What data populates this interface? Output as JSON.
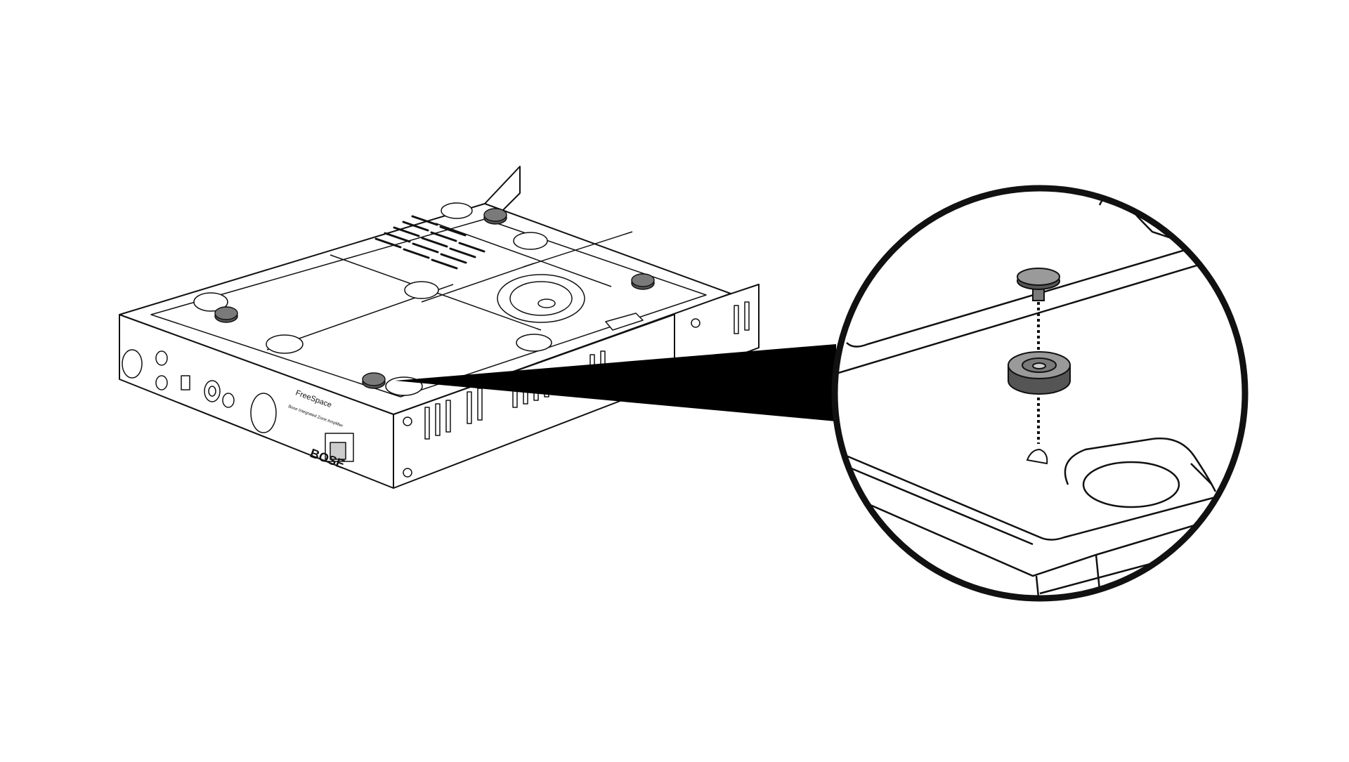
{
  "diagram": {
    "colors": {
      "background": "#ffffff",
      "line": "#111111",
      "foot_dark": "#555555",
      "foot_mid": "#7a7a7a",
      "foot_light": "#9a9a9a",
      "callout_fill": "#000000"
    },
    "components": {
      "device": "amplifier-unit-bottom-view",
      "foot_count": 5,
      "detail": "rubber-foot-attachment",
      "parts": [
        "pin",
        "rubber-foot",
        "mounting-hole"
      ],
      "connector": "dotted-assembly-line"
    },
    "labels": {
      "brand": "BOSE",
      "front_panel_text": "FreeSpace",
      "small_print": "Bose Integrated Zone Amplifier"
    }
  }
}
